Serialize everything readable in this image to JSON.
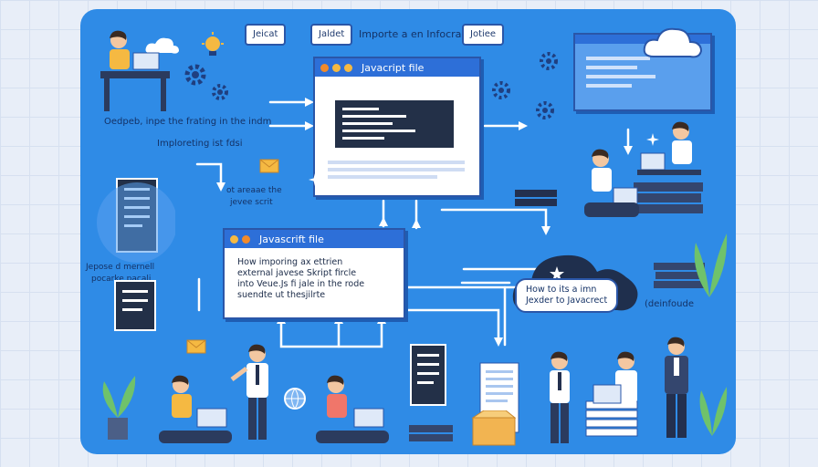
{
  "tabs": [
    "Jeicat",
    "Jaldet",
    "Importe a en Infocraphic",
    "Jotiee"
  ],
  "center_window": {
    "title": "Javacript file"
  },
  "lower_window": {
    "title": "Javascrift file",
    "lines": [
      "How imporing ax ettrien",
      "external javese Skript fircle",
      "into Veue.Js fi jale in the rode",
      "suendte ut thesjilrte"
    ]
  },
  "cloud_note": {
    "line1": "How to its a imn",
    "line2": "Jexder to Javacrect"
  },
  "captions": {
    "top_left": "Oedpeb, inpe the frating in the indm",
    "left_mid": "Imploreting ist fdsi",
    "left_small_1": "ot areaae the",
    "left_small_2": "jevee scrit",
    "far_left_1": "Jepose d mernell",
    "far_left_2": "pocarke pacali",
    "right_note": "(deinfoude"
  },
  "colors": {
    "board": "#2f8be6",
    "window_bar": "#2d6fd8",
    "code_bg": "#233048",
    "dot_yellow": "#f5b942",
    "dot_orange": "#f28a2a"
  }
}
